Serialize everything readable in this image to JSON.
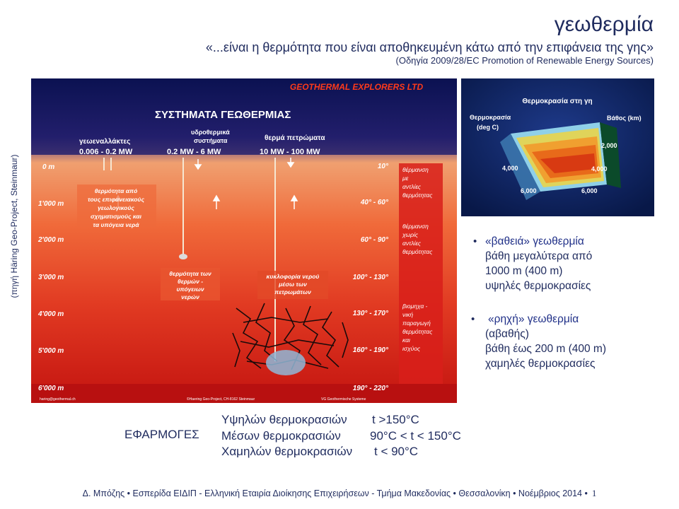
{
  "slide": {
    "title": "γεωθερμία",
    "quote": "«...είναι η θερμότητα που είναι αποθηκευμένη  κάτω από την επιφάνεια της γης»",
    "directive": "(Οδηγία 2009/28/EC Promotion of Renewable Energy Sources)",
    "source_credit": "(πηγή Häring Geo-Project, Steinmaur)"
  },
  "infographic": {
    "brand": "GEOTHERMAL  EXPLORERS  LTD",
    "heading": "ΣΥΣΤΗΜΑΤΑ ΓΕΩΘΕΡΜΙΑΣ",
    "columns": [
      {
        "name": "γεωεναλλάκτες",
        "power": "0.006 - 0.2 MW"
      },
      {
        "name": "υδροθερμικά συστήματα",
        "power": "0.2 MW - 6 MW"
      },
      {
        "name": "θερμά πετρώματα",
        "power": "10 MW - 100 MW"
      }
    ],
    "depths": [
      "0 m",
      "1'000 m",
      "2'000 m",
      "3'000 m",
      "4'000 m",
      "5'000 m",
      "6'000 m"
    ],
    "temps": [
      "10°",
      "40° - 60°",
      "60° - 90°",
      "100° - 130°",
      "130° - 170°",
      "160° - 190°",
      "190° - 220°"
    ],
    "annotations": {
      "shallow_heat": "θερμότητα από τους επιφανειακούς γεωλογικούς σχηματισμούς και τα υπόγεια νερά",
      "hydrothermal": "θερμότητα των θερμών - υπόγειων νερών",
      "hot_rock": "κυκλοφορία νερού μέσω των πετρωμάτων"
    },
    "uses": [
      "θέρμανση με αντλίες θερμότητας",
      "θέρμανση χωρίς αντλίες θερμότητας",
      "βιομηχα - νική παραγωγή θερμότητας και ισχύος"
    ],
    "footer": {
      "left": "haring@geothermal.ch",
      "center": "©Haering Geo-Project, CH-8162 Steinmaur",
      "right": "VG Geothermische Systeme"
    }
  },
  "earth_diagram": {
    "title": "Θερμοκρασία στη γη",
    "temp_header": "Θερμοκρασία (deg C)",
    "depth_header": "Βάθος (km)",
    "temp_values": [
      "4,000",
      "6,000"
    ],
    "depth_values": [
      "2,000",
      "4,000",
      "6,000"
    ]
  },
  "bullets": [
    {
      "head": "«βαθειά» γεωθερμία",
      "lines": [
        "βάθη μεγαλύτερα από",
        "1000 m (400 m)",
        "υψηλές θερμοκρασίες"
      ]
    },
    {
      "head": "«ρηχή» γεωθερμία",
      "lines": [
        "(αβαθής)",
        "βάθη έως 200 m (400 m)",
        "χαμηλές θερμοκρασίες"
      ]
    }
  ],
  "applications": {
    "label": "ΕΦΑΡΜΟΓΕΣ",
    "rows": [
      {
        "name": "Υψηλών θερμοκρασιών",
        "range": "t >150°C"
      },
      {
        "name": "Μέσων θερμοκρασιών",
        "range": "90°C < t < 150°C"
      },
      {
        "name": "Χαμηλών θερμοκρασιών",
        "range": "t < 90°C"
      }
    ]
  },
  "footer": {
    "text": "Δ. Μπόζης  •  Εσπερίδα ΕΙΔΙΠ - Ελληνική Εταιρία Διοίκησης Επιχειρήσεων - Τμήμα Μακεδονίας  •  Θεσσαλονίκη  •  Νοέμβριος 2014  •",
    "page": "1"
  }
}
